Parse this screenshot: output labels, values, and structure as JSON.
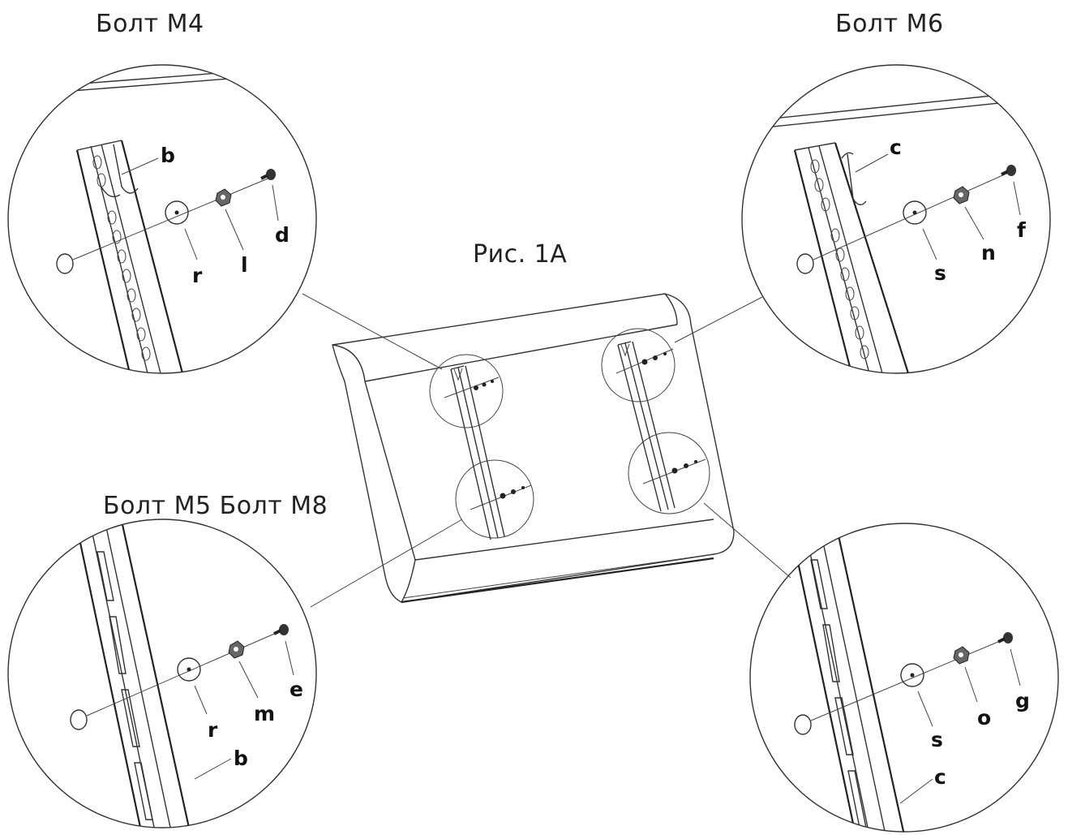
{
  "captions": {
    "m4": "Болт  M4",
    "m6": "Болт M6",
    "fig": "Рис. 1A",
    "m5m8": "Болт M5 Болт M8"
  },
  "callouts": {
    "top_left": {
      "bracket": "b",
      "washer": "r",
      "nut": "l",
      "bolt": "d"
    },
    "top_right": {
      "bracket": "c",
      "washer": "s",
      "nut": "n",
      "bolt": "f"
    },
    "bottom_left": {
      "bracket": "b",
      "washer": "r",
      "nut": "m",
      "bolt": "e"
    },
    "bottom_right": {
      "bracket": "c",
      "washer": "s",
      "nut": "o",
      "bolt": "g"
    }
  }
}
